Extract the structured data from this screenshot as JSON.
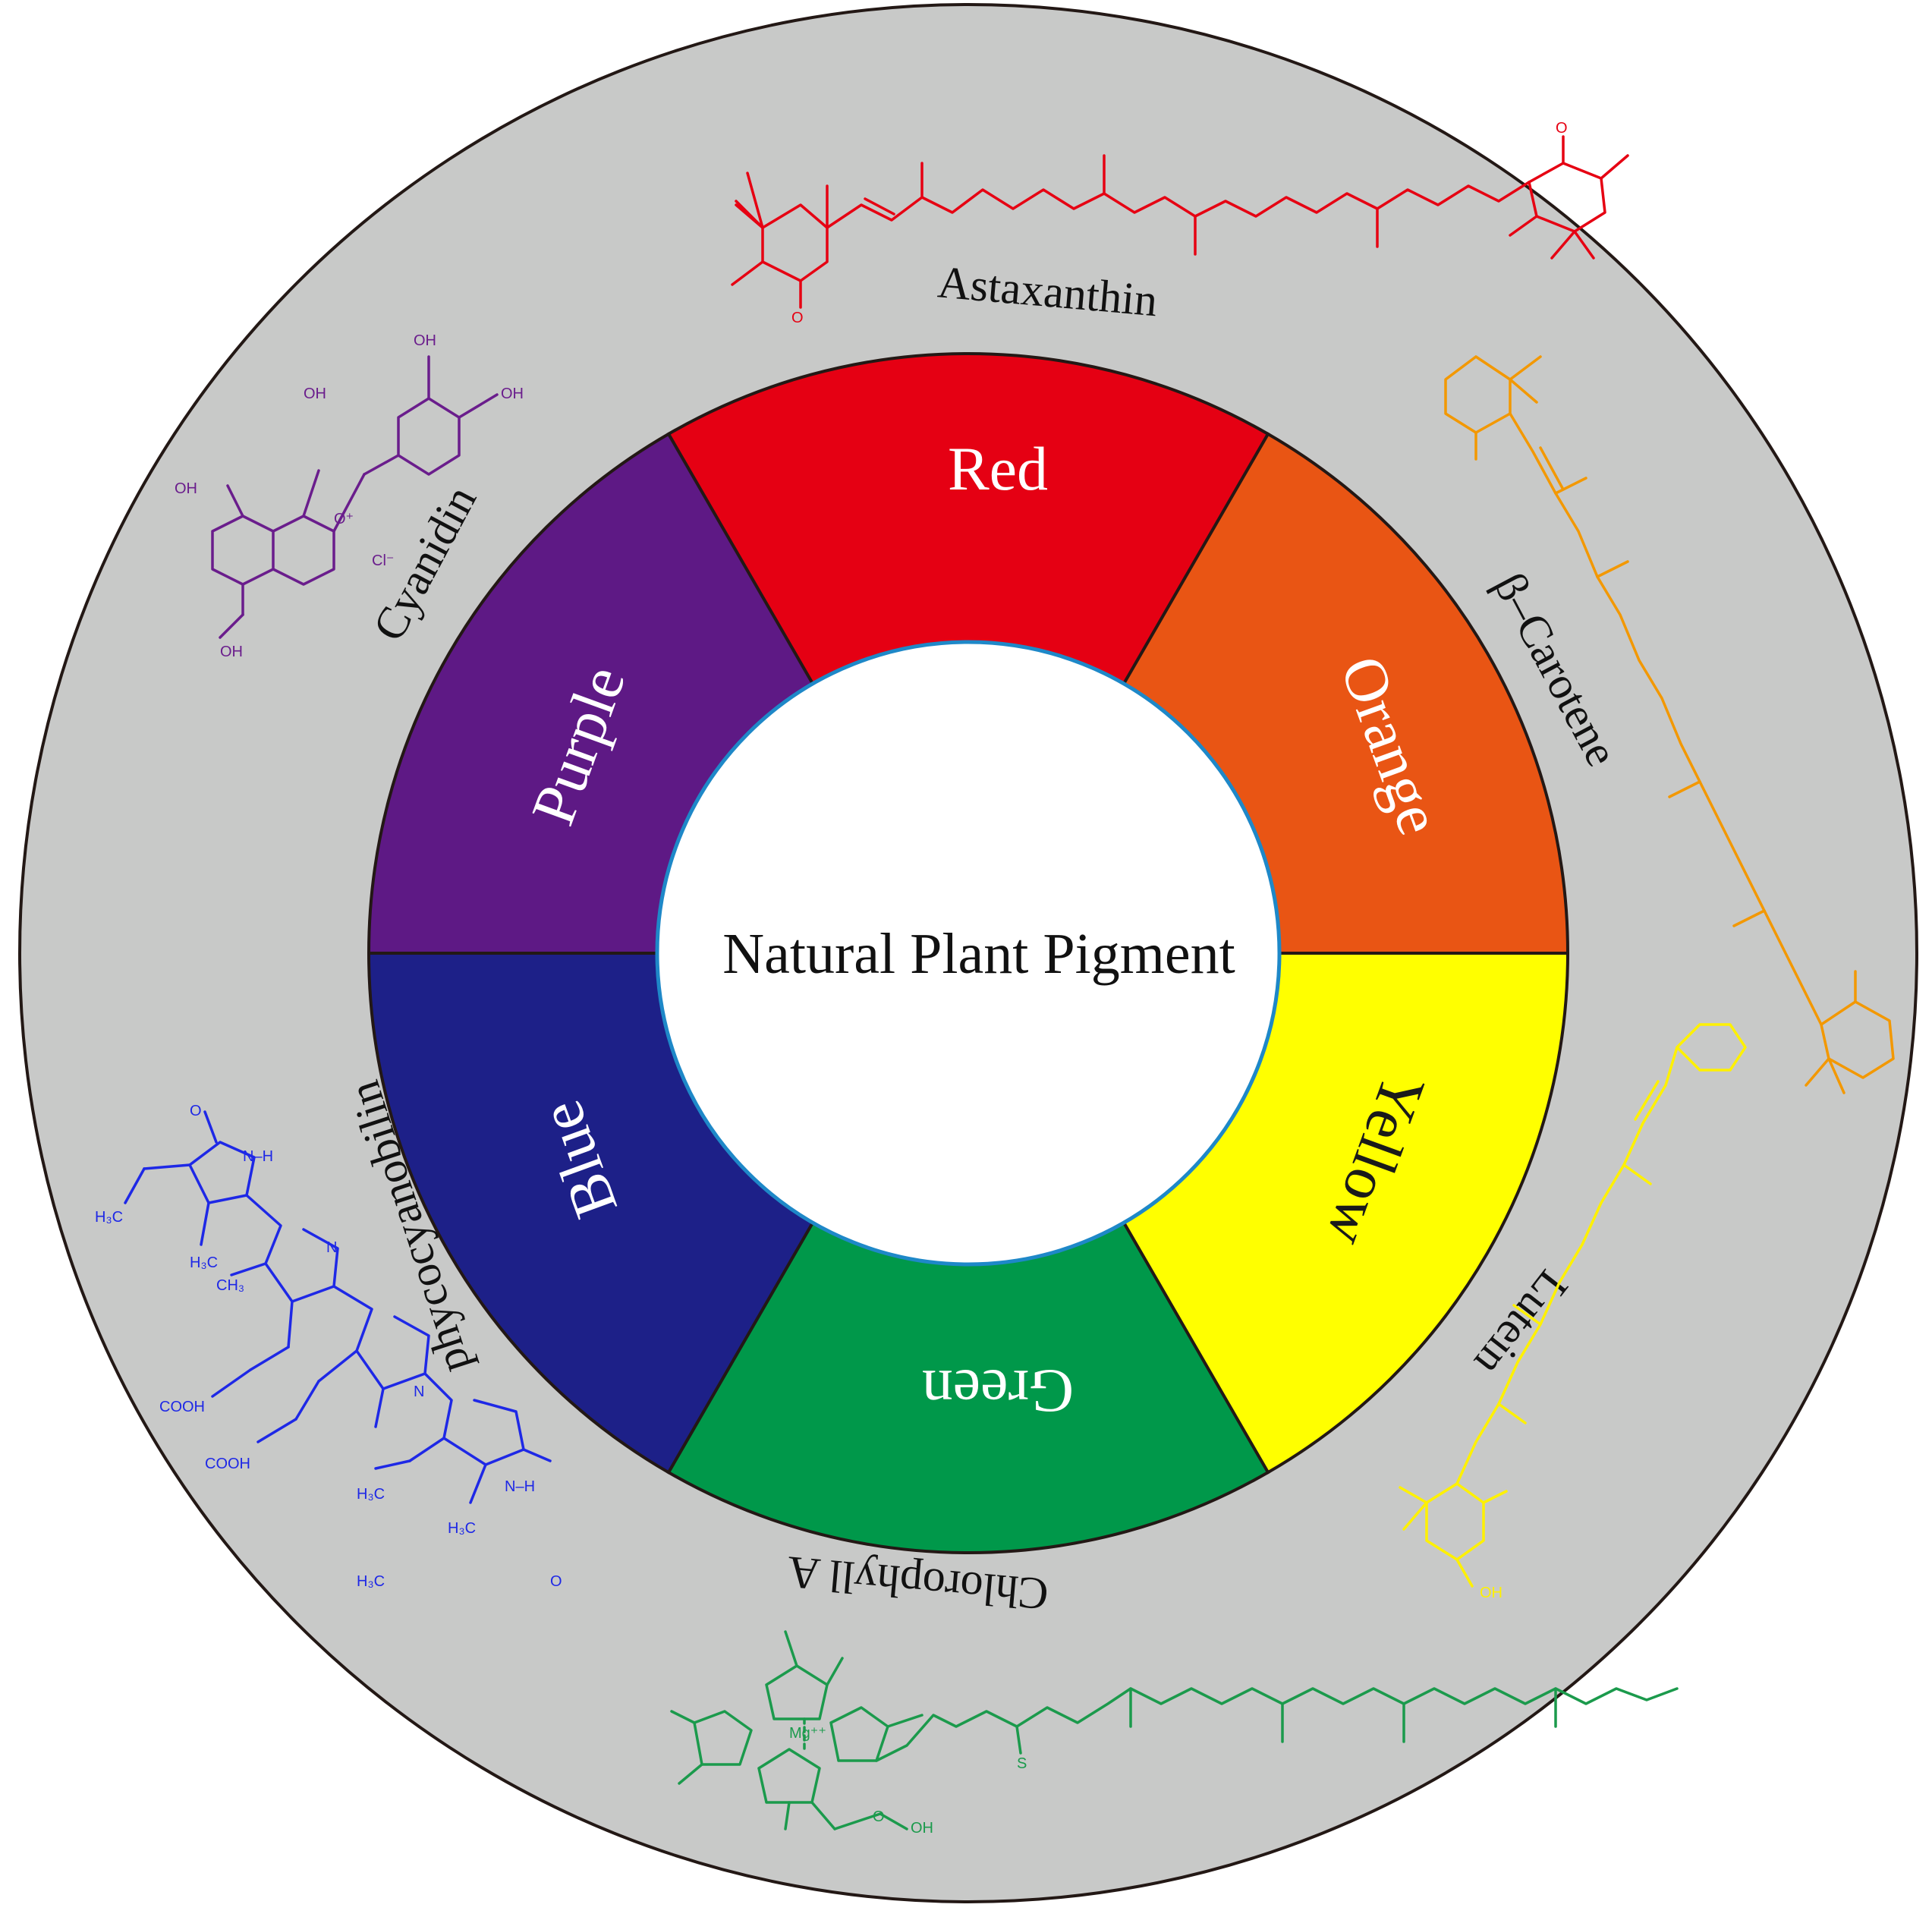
{
  "title": "Natural Plant Pigment",
  "segments": [
    {
      "label": "Red",
      "color": "#E50013"
    },
    {
      "label": "Orange",
      "color": "#E95514"
    },
    {
      "label": "Yellow",
      "color": "#FFFF00"
    },
    {
      "label": "Green",
      "color": "#00984A"
    },
    {
      "label": "Blue",
      "color": "#1D2088"
    },
    {
      "label": "Purple",
      "color": "#5E1985"
    }
  ],
  "pigments": [
    {
      "name": "Astaxanthin",
      "color": "#E60012"
    },
    {
      "name": "β–Carotene",
      "color": "#F39800"
    },
    {
      "name": "Lutein",
      "color": "#FFF100"
    },
    {
      "name": "Chlorophyll A",
      "color": "#1B9A4C"
    },
    {
      "name": "phycocyanobilin",
      "color": "#1E28E6"
    },
    {
      "name": "Cyanidin",
      "color": "#6A1D8C"
    }
  ],
  "chem_labels": {
    "ketone": "O",
    "hydroxyl": "OH",
    "chloride": "Cl⁻",
    "oxonium": "O⁺",
    "magnesium": "Mg⁺⁺",
    "nitrogen": "N",
    "nh": "N–H",
    "methyl_h3c": "H₃C",
    "methyl_ch3": "CH₃",
    "carboxyl": "COOH",
    "sulfur": "S"
  },
  "colors": {
    "outer_ring": "#C8C9C8",
    "outline": "#231815",
    "center_fill": "#FFFFFF",
    "center_stroke": "#1E88C8"
  }
}
